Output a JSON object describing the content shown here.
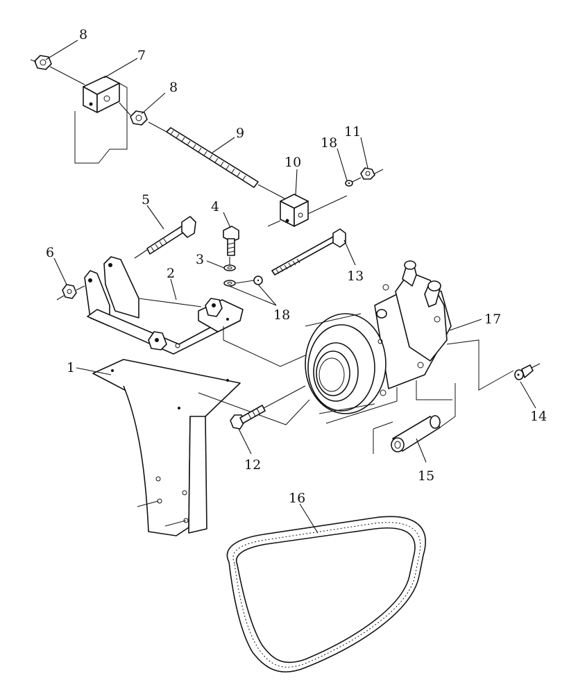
{
  "diagram": {
    "callouts": [
      {
        "id": "c1",
        "text": "1"
      },
      {
        "id": "c2",
        "text": "2"
      },
      {
        "id": "c3",
        "text": "3"
      },
      {
        "id": "c4",
        "text": "4"
      },
      {
        "id": "c5",
        "text": "5"
      },
      {
        "id": "c6",
        "text": "6"
      },
      {
        "id": "c7",
        "text": "7"
      },
      {
        "id": "c8a",
        "text": "8"
      },
      {
        "id": "c8b",
        "text": "8"
      },
      {
        "id": "c9",
        "text": "9"
      },
      {
        "id": "c10",
        "text": "10"
      },
      {
        "id": "c11",
        "text": "11"
      },
      {
        "id": "c12",
        "text": "12"
      },
      {
        "id": "c13",
        "text": "13"
      },
      {
        "id": "c14",
        "text": "14"
      },
      {
        "id": "c15",
        "text": "15"
      },
      {
        "id": "c16",
        "text": "16"
      },
      {
        "id": "c17",
        "text": "17"
      },
      {
        "id": "c18a",
        "text": "18"
      },
      {
        "id": "c18b",
        "text": "18"
      }
    ],
    "colors": {
      "line": "#111111",
      "background": "#ffffff"
    }
  }
}
